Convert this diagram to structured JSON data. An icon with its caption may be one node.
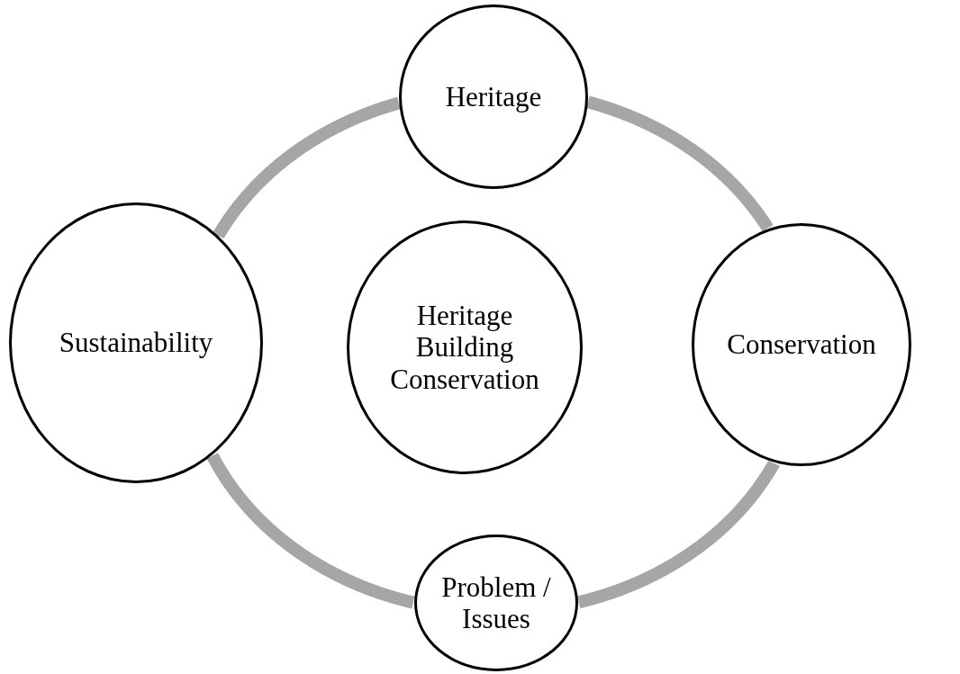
{
  "diagram": {
    "nodes": [
      {
        "text": [
          "Heritage"
        ]
      },
      {
        "text": [
          "Sustainability"
        ]
      },
      {
        "text": [
          "Heritage Building Conservation"
        ]
      },
      {
        "text": [
          "Conservation"
        ]
      },
      {
        "text": [
          "Problem / Issues"
        ]
      }
    ],
    "edges": [
      {
        "from": 0,
        "to": 3,
        "arrow": "none"
      },
      {
        "from": 3,
        "to": 4,
        "arrow": "none"
      },
      {
        "from": 4,
        "to": 1,
        "arrow": "none"
      },
      {
        "from": 1,
        "to": 0,
        "arrow": "none"
      }
    ]
  }
}
